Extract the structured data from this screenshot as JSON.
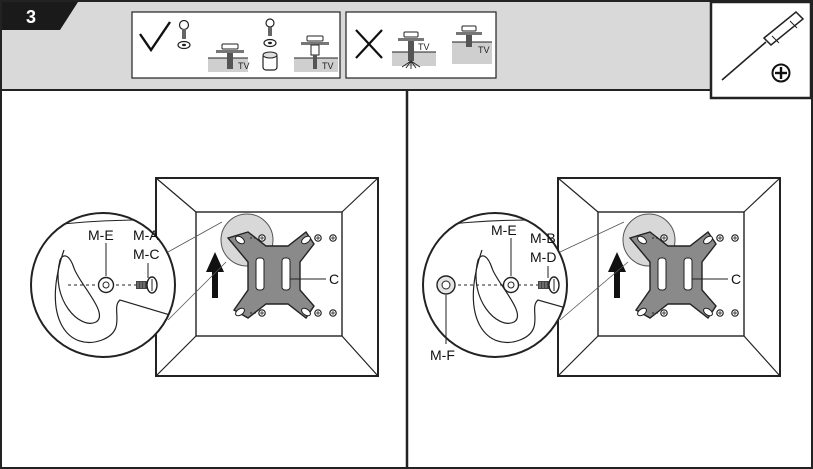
{
  "step": {
    "number": "3"
  },
  "legend": {
    "tv_label": "TV"
  },
  "left_panel": {
    "labels": {
      "washer": "M-E",
      "screw_a": "M-A",
      "screw_c": "M-C",
      "plate": "C"
    }
  },
  "right_panel": {
    "labels": {
      "washer": "M-E",
      "screw_b": "M-B",
      "screw_d": "M-D",
      "spacer": "M-F",
      "plate": "C"
    }
  },
  "colors": {
    "frame": "#222222",
    "header_bg": "#d9d9d9",
    "plate": "#8a8a8a",
    "badge_bg": "#1a1a1a"
  },
  "icons": {
    "check": "check-icon",
    "cross": "cross-icon",
    "screwdriver": "screwdriver-icon",
    "phillips": "phillips-icon",
    "arrow": "arrow-up-icon"
  }
}
